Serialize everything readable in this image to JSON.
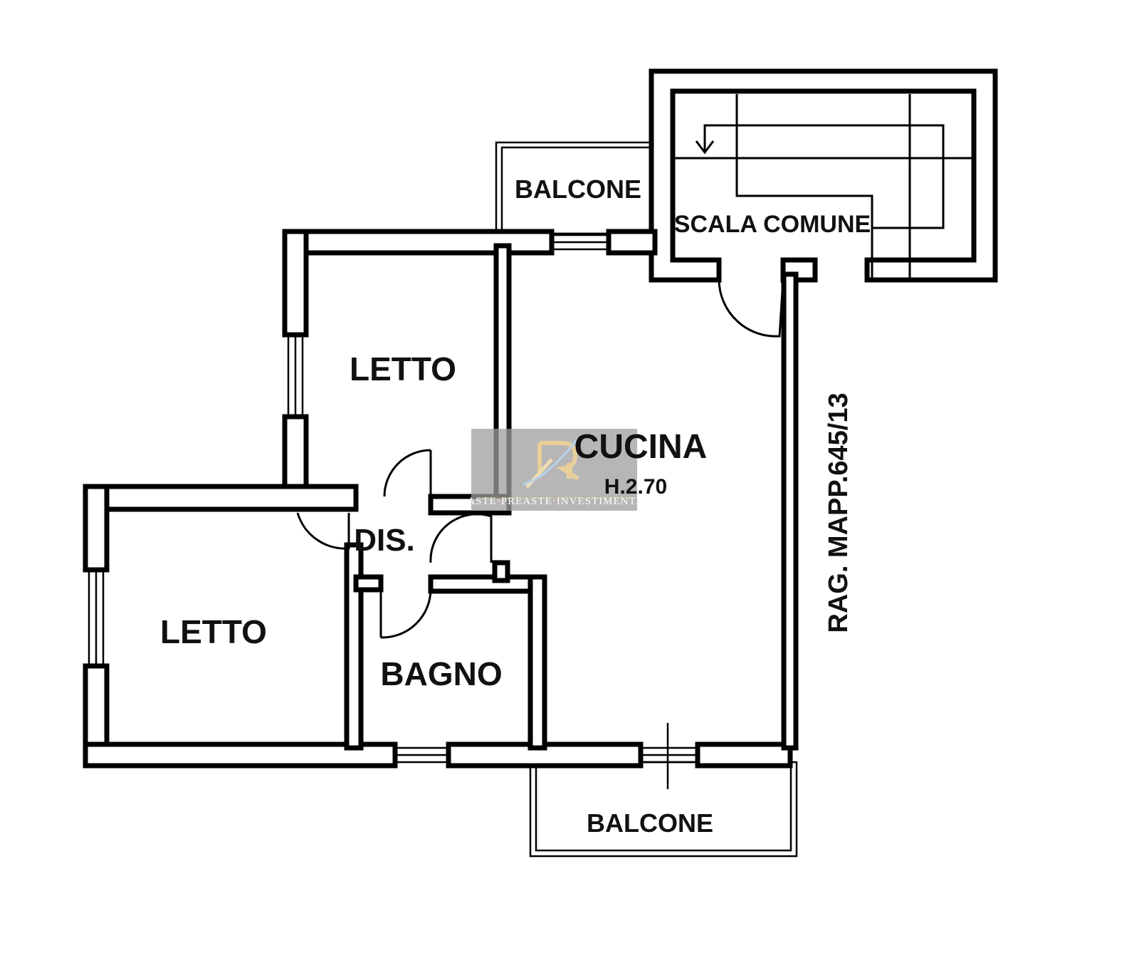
{
  "plan": {
    "rooms": {
      "balcone_top": "BALCONE",
      "scala_comune": "SCALA COMUNE",
      "letto_upper": "LETTO",
      "cucina": "CUCINA",
      "cucina_height": "H.2.70",
      "disimpegno": "DIS.",
      "letto_lower": "LETTO",
      "bagno": "BAGNO",
      "balcone_bottom": "BALCONE"
    },
    "side_note": "RAG. MAPP.645/13"
  },
  "watermark": {
    "logo_letters": "RI",
    "tagline": "ASTE·PREASTE·INVESTIMENTI"
  }
}
